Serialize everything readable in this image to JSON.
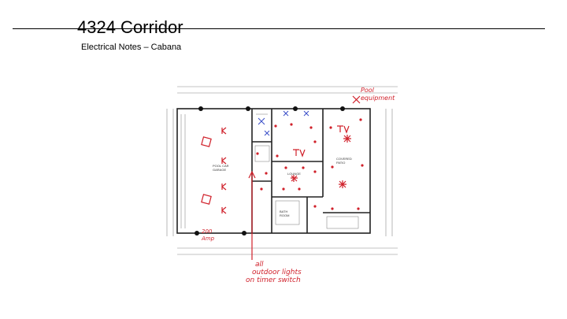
{
  "slide": {
    "title": "4324 Corridor",
    "subtitle": "Electrical Notes – Cabana"
  },
  "annotations": {
    "pool_equipment_line1": "Pool",
    "pool_equipment_line2": "equipment",
    "amp_line1": "200",
    "amp_line2": "Amp",
    "outdoor_line1": "all",
    "outdoor_line2": "outdoor lights",
    "outdoor_line3": "on timer switch"
  },
  "plan_labels": {
    "garage_line1": "POOL CAR",
    "garage_line2": "GARAGE",
    "lounge": "LOUNGE",
    "covered_patio_line1": "COVERED",
    "covered_patio_line2": "PATIO",
    "bath_line1": "BATH",
    "bath_line2": "ROOM"
  },
  "colors": {
    "marker_red": "#d0202a",
    "plan_blue": "#3a4fc8",
    "wall": "#222222"
  }
}
